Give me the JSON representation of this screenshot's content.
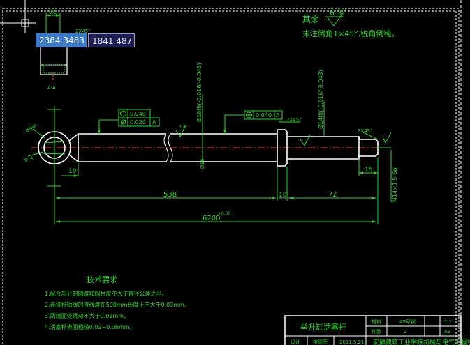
{
  "cursor": {
    "x_value": "2384.3483",
    "y_value": "1841.487"
  },
  "notes": {
    "heading": "其余",
    "finish_value": "6.3",
    "chamfer_note": "未注倒角1×45°,锐角倒钝。"
  },
  "section": {
    "label": "A-A",
    "width_dim": "2C",
    "chamfer_dim": "2X45°"
  },
  "dims": {
    "left_len": "538",
    "collar_len": "10",
    "right_len": "72",
    "total_len": "6200",
    "total_tol": "+0.05",
    "eye_offset": "10",
    "end_len": "15",
    "diameter_main": "Ø18f8(-0.016/-0.043)",
    "diameter_end": "Ø14f8(-0.016/-0.043)",
    "thread": "M14×1.5-6g",
    "chamfer_collar": "2X45°",
    "chamfer_end": "2X45°",
    "hole_dia": "Ø8H8",
    "hole_outer": "Ø14",
    "center_mark": "Ø16",
    "roughness": "3.2"
  },
  "tolerances": {
    "circ1": "0.040",
    "flat1": "0.020",
    "datum1": "A",
    "circ2": "0.040",
    "datum2": "A"
  },
  "requirements": {
    "title": "技术要求",
    "items": [
      "1.配合部分的圆度和圆柱度不大于直径公差之半。",
      "2.连接杆轴线的直线度在500mm长度上不大于0.03mm。",
      "3.两端面处跳动不大于0.01mm。",
      "4.活塞杆表面粗糙0.02~0.06mm。"
    ]
  },
  "titleblock": {
    "part_name": "举升缸活塞杆",
    "material": "45号钢",
    "qty_label": "件数",
    "qty": "2",
    "scale": "1:1",
    "sheet": "A3",
    "material_label": "材料",
    "designer_label": "设计",
    "designer": "李德荣",
    "date": "2011.5.21",
    "school_partial": "安徽建筑工业学院机械与电气工程学院"
  }
}
